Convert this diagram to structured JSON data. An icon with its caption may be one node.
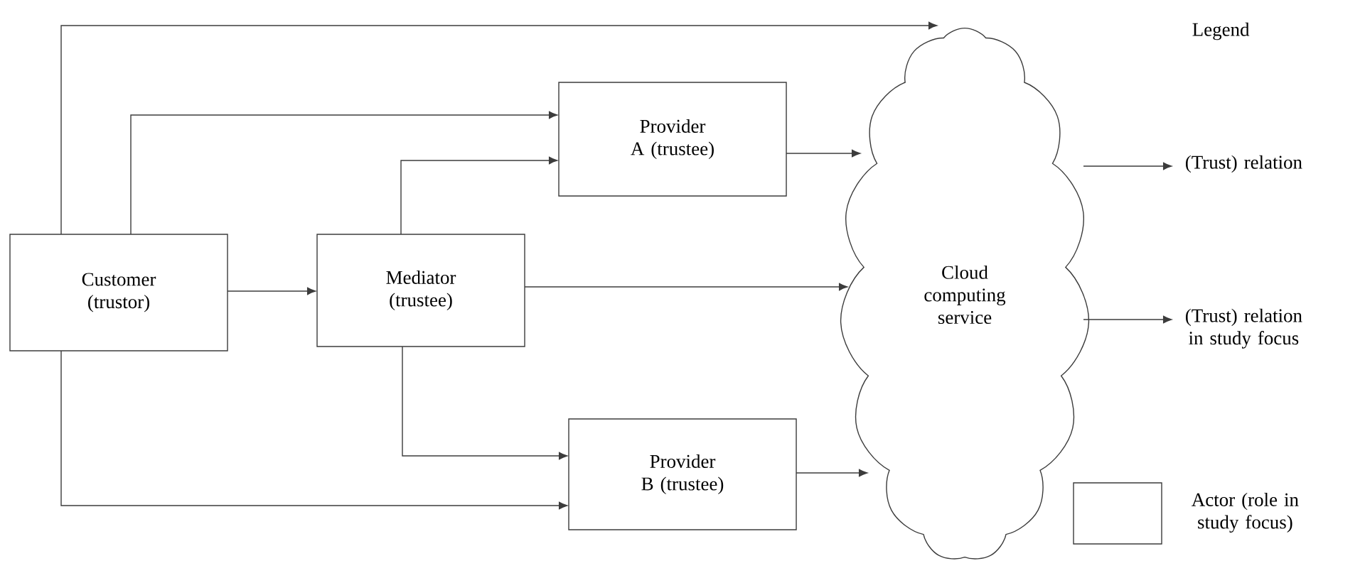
{
  "diagram": {
    "nodes": [
      {
        "text": [
          "Customer (trustor)"
        ]
      },
      {
        "text": [
          "Mediator (trustee)"
        ]
      },
      {
        "text": [
          "Provider A (trustee)"
        ]
      },
      {
        "text": [
          "Provider B (trustee)"
        ]
      },
      {
        "text": [
          "Cloud computing service"
        ]
      }
    ],
    "edges": [
      {
        "from": 0,
        "to": 4,
        "arrow": "to"
      },
      {
        "from": 0,
        "to": 2,
        "arrow": "to"
      },
      {
        "from": 1,
        "to": 2,
        "arrow": "to"
      },
      {
        "from": 0,
        "to": 1,
        "arrow": "to"
      },
      {
        "from": 1,
        "to": 4,
        "arrow": "to"
      },
      {
        "from": 1,
        "to": 3,
        "arrow": "to"
      },
      {
        "from": 0,
        "to": 3,
        "arrow": "to"
      },
      {
        "from": 2,
        "to": 4,
        "arrow": "to"
      },
      {
        "from": 3,
        "to": 4,
        "arrow": "to"
      }
    ],
    "labels": [
      "Legend"
    ],
    "legend": [
      {
        "text": "(Trust) relation"
      },
      {
        "text": "(Trust) relation in study focus"
      },
      {
        "text": "Actor (role in study focus)"
      }
    ]
  }
}
